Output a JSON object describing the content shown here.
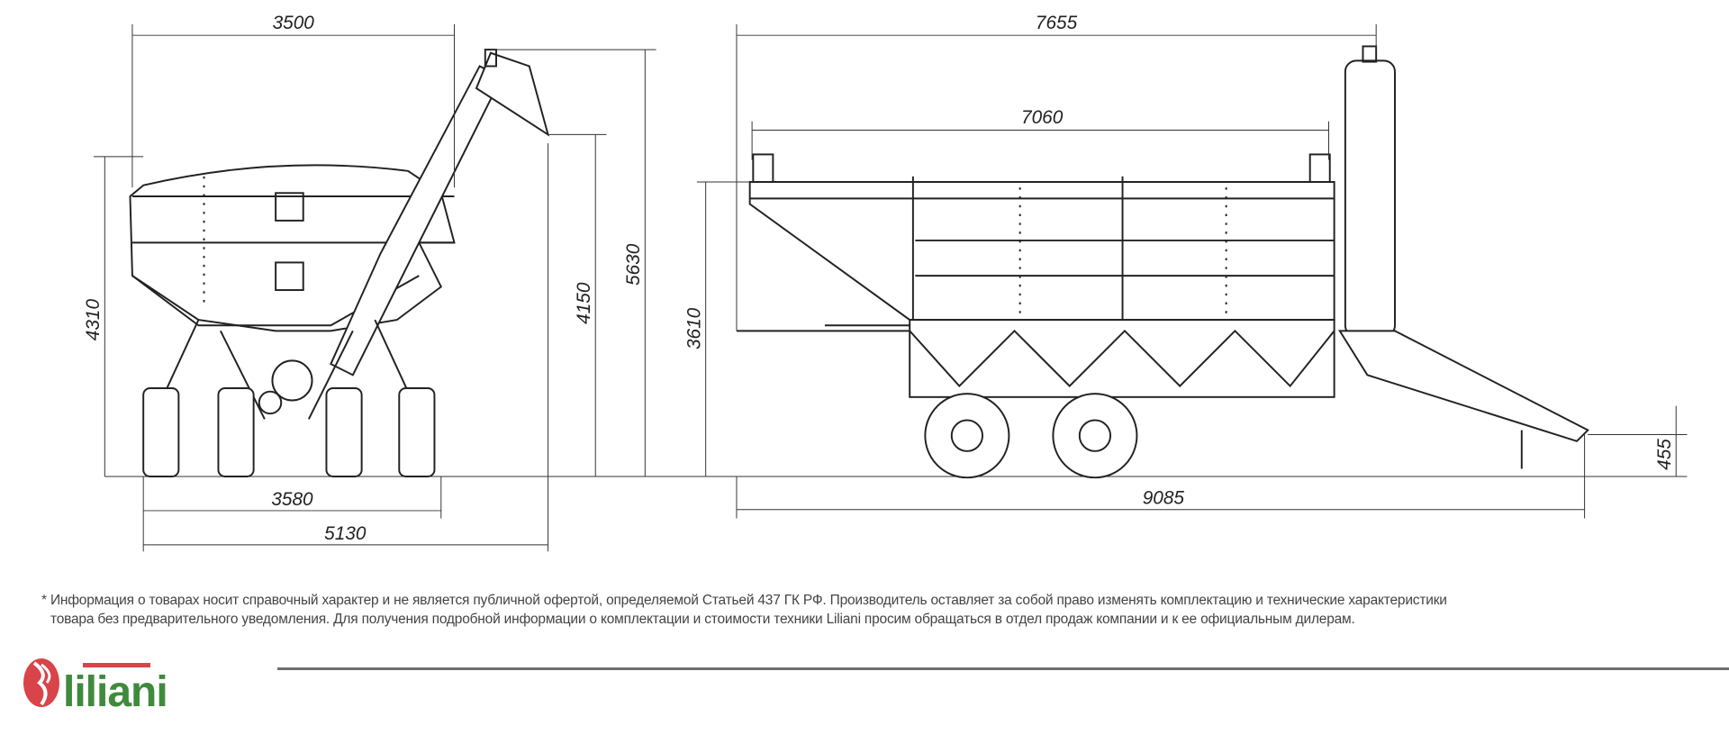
{
  "dimensions": {
    "front_view": {
      "top_width": "3500",
      "total_height": "5630",
      "auger_height": "4150",
      "body_height": "4310",
      "track_width": "3580",
      "overall_width": "5130"
    },
    "side_view": {
      "overall_length_top": "7655",
      "body_length": "7060",
      "body_height": "3610",
      "hitch_height": "455",
      "overall_length": "9085"
    }
  },
  "disclaimer": {
    "line1": "* Информация о товарах носит справочный характер и не является публичной офертой, определяемой Статьей 437 ГК РФ. Производитель оставляет за собой право изменять комплектацию и технические характеристики",
    "line2": "товара без предварительного уведомления. Для получения подробной информации о комплектации и стоимости техники Liliani просим обращаться в отдел продаж компании и к ее официальным дилерам."
  },
  "brand": {
    "name": "liliani",
    "red": "#d9434a",
    "green": "#3f8a3c"
  }
}
